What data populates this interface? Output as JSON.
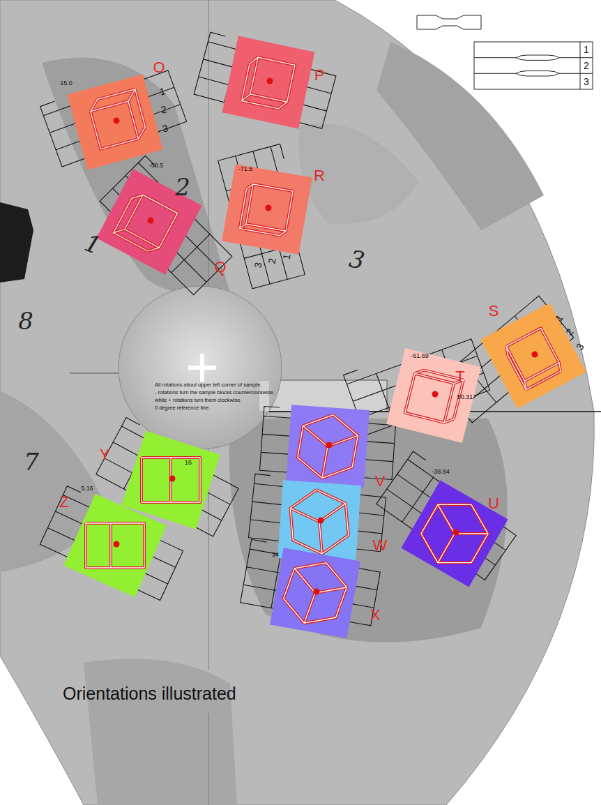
{
  "diagram": {
    "caption": "Orientations illustrated",
    "nodes": [
      {
        "text": [
          "O"
        ]
      },
      {
        "text": [
          "P"
        ]
      },
      {
        "text": [
          "Q"
        ]
      },
      {
        "text": [
          "R"
        ]
      },
      {
        "text": [
          "S"
        ]
      },
      {
        "text": [
          "T"
        ]
      },
      {
        "text": [
          "U"
        ]
      },
      {
        "text": [
          "V"
        ]
      },
      {
        "text": [
          "W"
        ]
      },
      {
        "text": [
          "X"
        ]
      },
      {
        "text": [
          "Y"
        ]
      },
      {
        "text": [
          "Z"
        ]
      }
    ],
    "labels": [
      "1",
      "2",
      "3",
      "15.0",
      "1",
      "2",
      "3",
      "-50.5",
      "-71.5",
      "2",
      "1",
      "3",
      "2",
      "1",
      "3",
      "8",
      "-61.69",
      "1",
      "2",
      "3",
      "50.31",
      "All rotations about upper left corner of sample.",
      "- rotations turn the sample blocks counterclockwise,",
      "while + rotations turn them clockwise.",
      "0 degree reference line.",
      "7",
      "16",
      "-38.84",
      "5.16",
      "34"
    ]
  }
}
